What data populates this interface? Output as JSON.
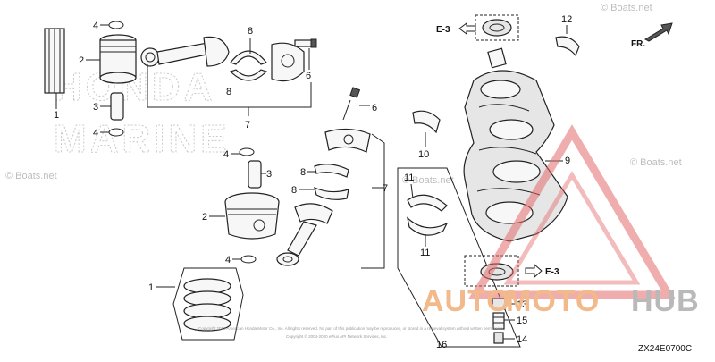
{
  "watermarks": {
    "boats_top_right": "© Boats.net",
    "boats_left": "© Boats.net",
    "boats_mid": "© Boats.net",
    "boats_right": "© Boats.net",
    "brand_honda": "HONDA",
    "brand_marine": "MARINE"
  },
  "references": {
    "e3_top": "E-3",
    "e3_bottom": "E-3",
    "front": "FR."
  },
  "part_numbers": {
    "p1_top": "1",
    "p2_top": "2",
    "p3_top": "3",
    "p4_top": "4",
    "p4_mid": "4",
    "p8_top": "8",
    "p8_under": "8",
    "p6_rod": "6",
    "p7_top": "7",
    "p12": "12",
    "p6_mid": "6",
    "p10": "10",
    "p9": "9",
    "p4_low": "4",
    "p3_low": "3",
    "p8_a": "8",
    "p8_b": "8",
    "p7_mid": "7",
    "p11_a": "11",
    "p11_b": "11",
    "p2_low": "2",
    "p4_bottom": "4",
    "p1_bottom": "1",
    "p13": "13",
    "p15": "15",
    "p14": "14",
    "p16": "16"
  },
  "footer": {
    "fine_print_1": "Copyright 2013 American Honda Motor Co., Inc. All rights reserved. No part of this publication may be reproduced, or stored in a retrieval system without written permission.",
    "fine_print_2": "Copyright © 2004-2020 ePlus API Network Services, Inc.",
    "diagram_code": "ZX24E0700C"
  },
  "logo": {
    "part_a": "AUTO",
    "part_b": "MOTO",
    "part_c": "HUB"
  },
  "colors": {
    "logo_orange": "#f2b98a",
    "logo_triangle": "#e46a6a",
    "logo_gray": "#b9b9b9",
    "watermark_gray": "#bdbdbd"
  }
}
